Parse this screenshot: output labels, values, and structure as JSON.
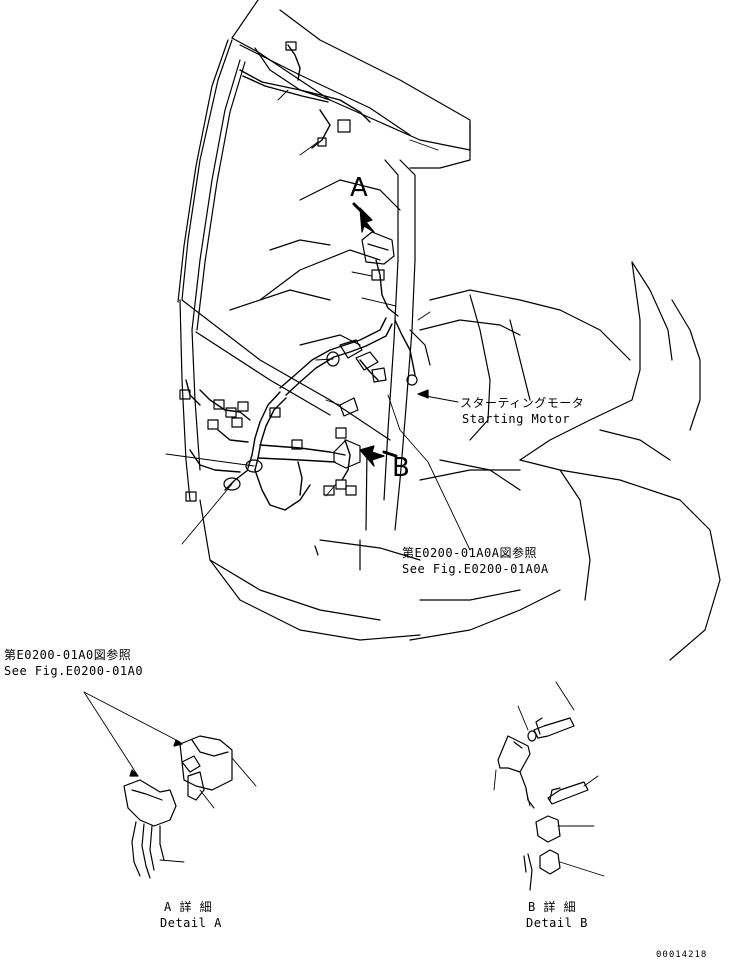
{
  "callouts": {
    "view_a": "A",
    "view_b": "B",
    "starting_motor_jp": "スターティングモータ",
    "starting_motor_en": "Starting Motor",
    "ref_main_jp": "第E0200-01A0A図参照",
    "ref_main_en": "See Fig.E0200-01A0A",
    "ref_detail_jp": "第E0200-01A0図参照",
    "ref_detail_en": "See Fig.E0200-01A0"
  },
  "details": {
    "a_jp": "A 詳 細",
    "a_en": "Detail A",
    "b_jp": "B 詳 細",
    "b_en": "Detail B"
  },
  "figure_number": "00014218"
}
